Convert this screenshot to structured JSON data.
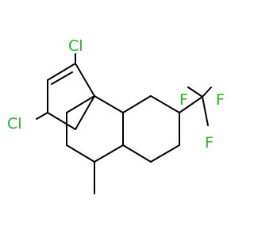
{
  "molecule": {
    "atoms": [
      {
        "id": "cl1",
        "symbol": "Cl",
        "color": "#1FB51F"
      },
      {
        "id": "cl3",
        "symbol": "Cl",
        "color": "#1FB51F"
      },
      {
        "id": "f1",
        "symbol": "F",
        "color": "#1FB51F"
      },
      {
        "id": "f2",
        "symbol": "F",
        "color": "#1FB51F"
      },
      {
        "id": "f3",
        "symbol": "F",
        "color": "#1FB51F"
      }
    ]
  }
}
